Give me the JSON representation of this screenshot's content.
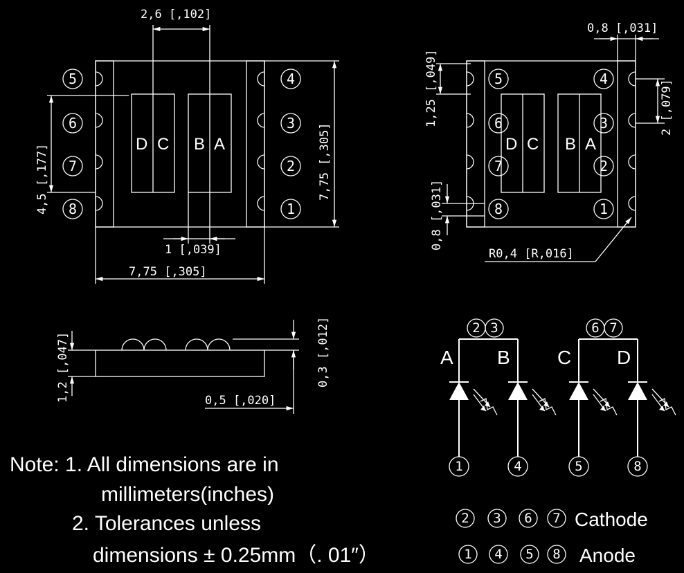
{
  "top_view": {
    "dim_top": "2,6 [,102]",
    "dim_height": "7,75 [,305]",
    "dim_left": "4,5 [,177]",
    "dim_bottom_small": "1 [,039]",
    "dim_bottom": "7,75 [,305]",
    "pins": [
      "5",
      "6",
      "7",
      "8",
      "4",
      "3",
      "2",
      "1"
    ],
    "die_labels": [
      "D",
      "C",
      "B",
      "A"
    ]
  },
  "bottom_view": {
    "dim_top": "0,8 [,031]",
    "dim_left_top": "1,25 [,049]",
    "dim_right": "2 [,079]",
    "dim_left_bottom": "0,8 [,031]",
    "dim_radius": "R0,4 [R,016]",
    "pins": [
      "5",
      "6",
      "7",
      "8",
      "4",
      "3",
      "2",
      "1"
    ],
    "die_labels": [
      "D",
      "C",
      "B",
      "A"
    ]
  },
  "side_view": {
    "dim_height": "1,2 [,047]",
    "dim_lens": "0,3 [,012]",
    "dim_offset": "0,5 [,020]"
  },
  "schematic": {
    "top_pins_left": [
      "2",
      "3"
    ],
    "top_pins_right": [
      "6",
      "7"
    ],
    "leds": [
      {
        "label": "A",
        "pin": "1"
      },
      {
        "label": "B",
        "pin": "4"
      },
      {
        "label": "C",
        "pin": "5"
      },
      {
        "label": "D",
        "pin": "8"
      }
    ],
    "legend": [
      {
        "pins": [
          "2",
          "3",
          "6",
          "7"
        ],
        "label": "Cathode"
      },
      {
        "pins": [
          "1",
          "4",
          "5",
          "8"
        ],
        "label": "Anode"
      }
    ]
  },
  "note": {
    "line1": "Note: 1. All dimensions are in",
    "line2": "millimeters(inches)",
    "line3": "2. Tolerances unless",
    "line4": "dimensions ± 0.25mm（. 01″）"
  }
}
